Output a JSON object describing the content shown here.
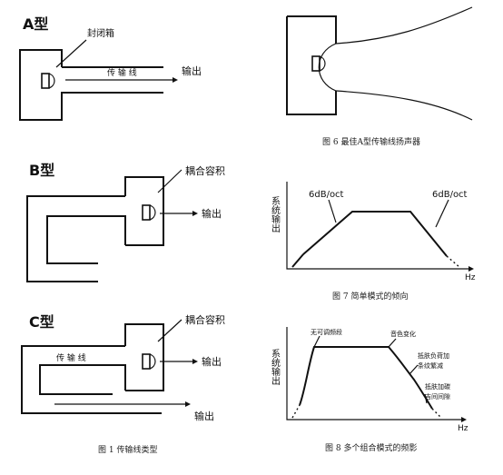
{
  "figure1": {
    "typeA": {
      "title": "A型",
      "driver_label": "封闭箱",
      "pipe_label": "传 输 线",
      "output_label": "输出"
    },
    "typeB": {
      "title": "B型",
      "chamber_label": "耦合容积",
      "output_label": "输出"
    },
    "typeC": {
      "title": "C型",
      "chamber_label": "耦合容积",
      "pipe_label": "传 输 线",
      "output_label_1": "输出",
      "output_label_2": "输出"
    },
    "caption": "图 1    传输线类型"
  },
  "figure6": {
    "caption": "图 6    最佳A型传输线扬声器"
  },
  "figure7": {
    "ylabel": "系统输出",
    "xlabel": "Hz",
    "slope_left": "6dB/oct",
    "slope_right": "6dB/oct",
    "caption": "图 7    简单模式的倾向"
  },
  "figure8": {
    "ylabel": "系统输出",
    "xlabel": "Hz",
    "ann_top_left": "无可调频段",
    "ann_top_right": "音色变化",
    "ann_mid_right_1": "抵肤负荷加",
    "ann_mid_right_2": "条纹繁减",
    "ann_low_right_1": "抵肤加碳",
    "ann_low_right_2": "吉间间隙",
    "caption": "图 8    多个组合模式的频影"
  }
}
